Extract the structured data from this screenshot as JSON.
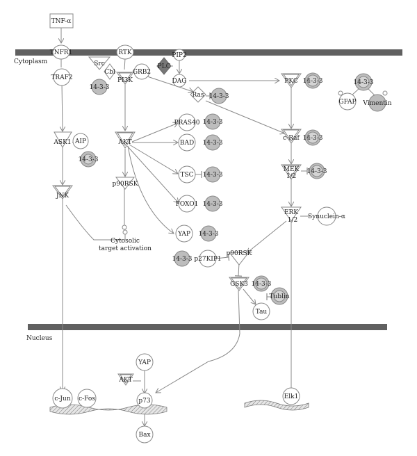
{
  "compartments": {
    "cytoplasm": "Cytoplasm",
    "nucleus": "Nucleus"
  },
  "nodes": {
    "tnf": "TNF-α",
    "tnfr1": "TNFR1",
    "rtk": "RTK",
    "src": "Src",
    "cbl": "Cbl",
    "pi3k": "PI3K",
    "grb2": "GRB2",
    "plc": "PLC",
    "pip2": "PIP2",
    "dag": "DAG",
    "pkc": "PKC",
    "traf2": "TRAF2",
    "ras": "Ras",
    "gfap": "GFAP",
    "vimentin": "Vimentin",
    "pras40": "PRAS40",
    "bad": "BAD",
    "ask1": "ASK1",
    "aip": "AIP",
    "akt": "AKT",
    "craf": "c-Raf",
    "tsc": "TSC",
    "p90rsk_left": "p90RSK",
    "mek12": "MEK\n1/2",
    "jnk": "JNK",
    "foxo1": "FOXO1",
    "erk12": "ERK\n1/2",
    "synuclein": "Synuclein-α",
    "yap": "YAP",
    "cytosolic": "Cytosolic\ntarget activation",
    "p27kip1": "p27KIP1",
    "p90rsk_right": "p90RSK",
    "gsk3": "GSK3",
    "tublin": "Tublin",
    "tau": "Tau",
    "yap_nuc": "YAP",
    "akt_nuc": "AKT",
    "cjun": "c-Jun",
    "cfos": "c-Fos",
    "p73": "p73",
    "elk1": "Elk1",
    "bax": "Bax"
  },
  "protein_1433": "14-3-3"
}
